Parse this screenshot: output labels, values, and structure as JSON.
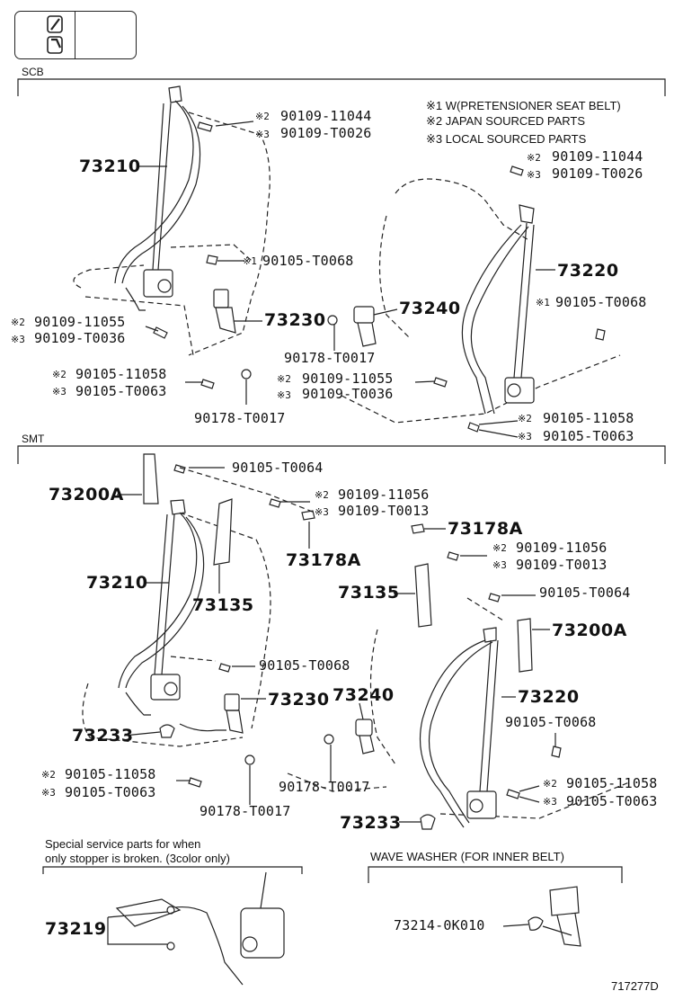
{
  "sections": {
    "scb": "SCB",
    "smt": "SMT"
  },
  "scb_notes": [
    "※1 W(PRETENSIONER SEAT BELT)",
    "※2 JAPAN SOURCED PARTS",
    "※3 LOCAL SOURCED PARTS"
  ],
  "marks": {
    "m1": "※1",
    "m2": "※2",
    "m3": "※3"
  },
  "scb_parts": {
    "p73210": "73210",
    "p73220": "73220",
    "p73230": "73230",
    "p73240": "73240",
    "b11044_top": "90109-11044",
    "bT0026_top": "90109-T0026",
    "b11044_right": "90109-11044",
    "bT0026_right": "90109-T0026",
    "bT0068_left": "90105-T0068",
    "bT0068_right": "90105-T0068",
    "b11055_left": "90109-11055",
    "bT0036_left": "90109-T0036",
    "b11058_left": "90105-11058",
    "bT0063_left": "90105-T0063",
    "nT0017_left": "90178-T0017",
    "nT0017_mid": "90178-T0017",
    "b11055_mid": "90109-11055",
    "bT0036_mid": "90109-T0036",
    "b11058_right": "90105-11058",
    "bT0063_right": "90105-T0063"
  },
  "smt_parts": {
    "p73200A_left": "73200A",
    "p73200A_right": "73200A",
    "p73210": "73210",
    "p73135_left": "73135",
    "p73135_right": "73135",
    "p73178A_left": "73178A",
    "p73178A_right": "73178A",
    "p73230": "73230",
    "p73240": "73240",
    "p73220": "73220",
    "p73233_left": "73233",
    "p73233_bottom": "73233",
    "bT0064_top": "90105-T0064",
    "bT0064_right": "90105-T0064",
    "b11056_left": "90109-11056",
    "bT0013_left": "90109-T0013",
    "b11056_right": "90109-11056",
    "bT0013_right": "90109-T0013",
    "bT0068_left": "90105-T0068",
    "bT0068_right": "90105-T0068",
    "b11058_left": "90105-11058",
    "bT0063_left": "90105-T0063",
    "b11058_right": "90105-11058",
    "bT0063_right": "90105-T0063",
    "nT0017_left": "90178-T0017",
    "nT0017_mid": "90178-T0017"
  },
  "bottom": {
    "special_line1": "Special service parts for when",
    "special_line2": "only stopper is broken. (3color only)",
    "p73219": "73219",
    "wave_washer": "WAVE WASHER (FOR INNER BELT)",
    "p73214": "73214-0K010",
    "drawing_number": "717277D"
  }
}
